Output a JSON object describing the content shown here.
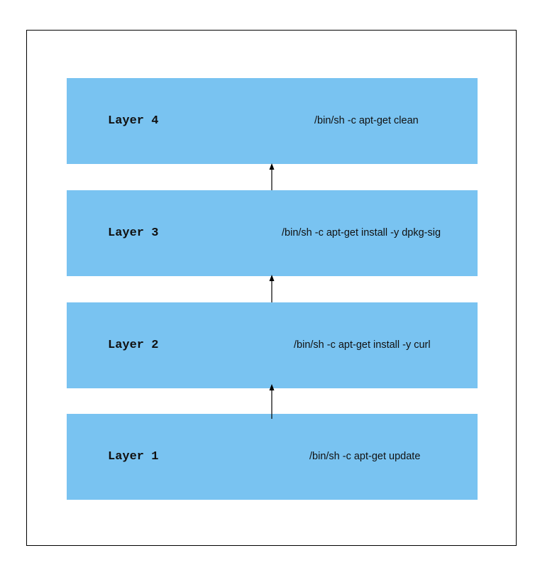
{
  "diagram": {
    "layers": [
      {
        "id": "layer-4",
        "name": "Layer 4",
        "command": "/bin/sh -c apt-get clean"
      },
      {
        "id": "layer-3",
        "name": "Layer 3",
        "command": "/bin/sh -c apt-get install -y dpkg-sig"
      },
      {
        "id": "layer-2",
        "name": "Layer 2",
        "command": "/bin/sh -c apt-get install -y curl"
      },
      {
        "id": "layer-1",
        "name": "Layer 1",
        "command": "/bin/sh -c apt-get update"
      }
    ],
    "colors": {
      "layer_fill": "#79c3f1",
      "border": "#000000",
      "text": "#111111",
      "arrow": "#000000"
    }
  }
}
